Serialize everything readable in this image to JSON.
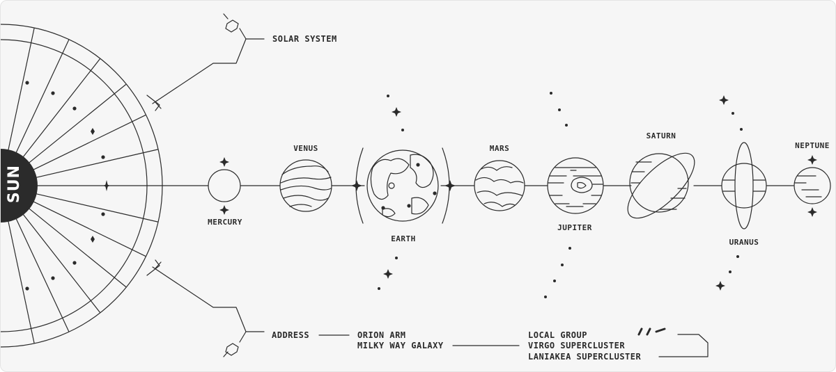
{
  "sun": {
    "label": "SUN"
  },
  "header": {
    "title": "SOLAR SYSTEM"
  },
  "planets": {
    "mercury": "MERCURY",
    "venus": "VENUS",
    "earth": "EARTH",
    "mars": "MARS",
    "jupiter": "JUPITER",
    "saturn": "SATURN",
    "uranus": "URANUS",
    "neptune": "NEPTUNE"
  },
  "address": {
    "label": "ADDRESS",
    "lines": [
      "ORION ARM",
      "MILKY WAY GALAXY",
      "LOCAL GROUP",
      "VIRGO SUPERCLUSTER",
      "LANIAKEA SUPERCLUSTER"
    ]
  },
  "colors": {
    "ink": "#2a2a2a",
    "background": "#f6f6f6",
    "sun_fill": "#2b2b2b"
  }
}
